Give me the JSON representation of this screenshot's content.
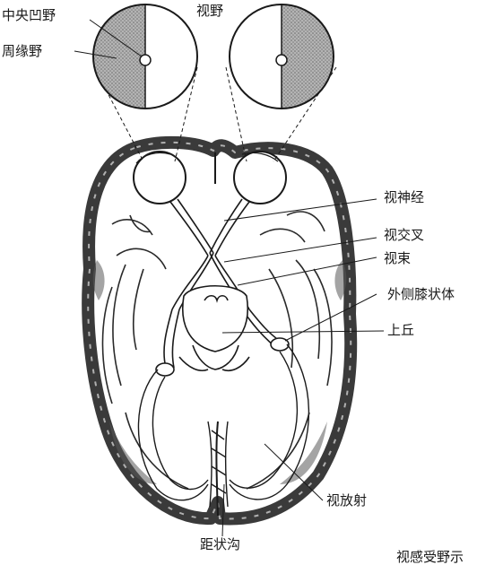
{
  "labels": {
    "visual_field": "视野",
    "central_fovea_field": "中央凹野",
    "peripheral_field": "周缘野",
    "optic_nerve": "视神经",
    "optic_chiasm": "视交叉",
    "optic_tract": "视束",
    "lateral_geniculate": "外侧膝状体",
    "superior_colliculus": "上丘",
    "optic_radiation": "视放射",
    "calcarine_sulcus": "距状沟",
    "cropped_caption": "视感受野示"
  },
  "colors": {
    "ink": "#1a1a1a",
    "shade": "#9a9a9a",
    "cortex_dark": "#4a4a4a",
    "background": "#ffffff"
  }
}
